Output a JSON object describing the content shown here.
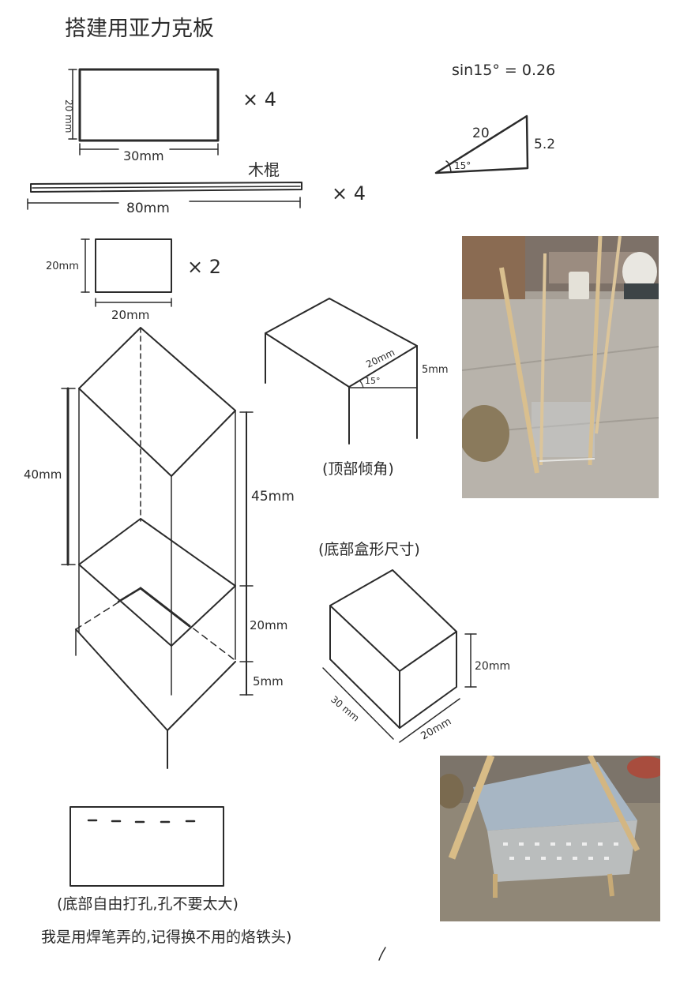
{
  "title": "搭建用亚力克板",
  "formula": "sin15° = 0.26",
  "triangle": {
    "hyp": "20",
    "opp": "5.2",
    "angle": "15°"
  },
  "panel_a": {
    "height": "20 mm",
    "width": "30mm",
    "qty": "× 4"
  },
  "stick": {
    "label": "木棍",
    "length": "80mm",
    "qty": "× 4"
  },
  "panel_b": {
    "height": "20mm",
    "width": "20mm",
    "qty": "× 2"
  },
  "tall": {
    "h_left": "40mm",
    "h_right": "45mm",
    "h_mid": "20mm",
    "h_bot": "5mm"
  },
  "roof": {
    "slope": "20mm",
    "rise": "5mm",
    "angle": "15°",
    "caption": "(顶部倾角)"
  },
  "box": {
    "caption": "(底部盒形尺寸)",
    "height": "20mm",
    "depth": "30 mm",
    "width": "20mm"
  },
  "note": {
    "line1": "(底部自由打孔,孔不要太大)",
    "line2": "我是用焊笔弄的,记得换不用的烙铁头)"
  }
}
